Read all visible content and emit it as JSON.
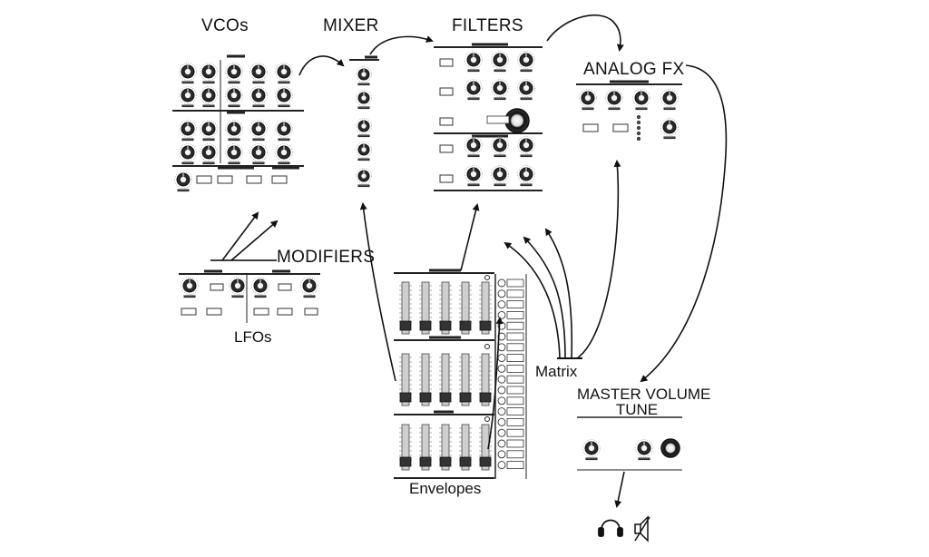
{
  "labels": {
    "vcos": "VCOs",
    "mixer": "MIXER",
    "filters": "FILTERS",
    "analog_fx": "ANALOG FX",
    "modifiers": "MODIFIERS",
    "lfos": "LFOs",
    "matrix": "Matrix",
    "envelopes": "Envelopes",
    "master_line1": "MASTER VOLUME",
    "master_line2": "TUNE"
  },
  "colors": {
    "ink": "#111111",
    "panel_line": "#222222",
    "fader_fill": "#bdbdbd",
    "background": "#ffffff"
  },
  "icons": [
    "headphones-icon",
    "speaker-icon"
  ]
}
